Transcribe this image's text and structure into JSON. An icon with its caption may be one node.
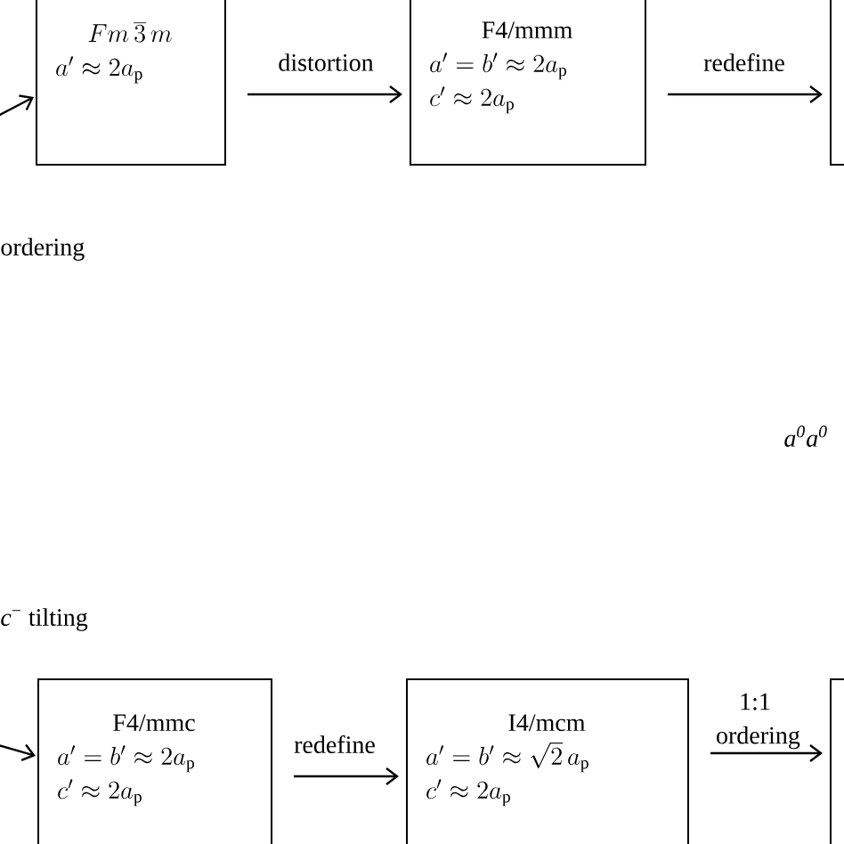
{
  "diagram": {
    "nodes": [
      {
        "text": [
          "Fm\\,\\overline{3}\\,m",
          "a' \\approx 2a_{\\mathrm{p}}"
        ]
      },
      {
        "text": [
          "F4/mmm",
          "a' = b' \\approx 2a_{\\mathrm{p}}",
          "c' \\approx 2a_{\\mathrm{p}}"
        ]
      },
      {
        "text": [],
        "shape": "box"
      },
      {
        "text": [
          "F4/mmc",
          "a' = b' \\approx 2a_{\\mathrm{p}}",
          "c' \\approx 2a_{\\mathrm{p}}"
        ]
      },
      {
        "text": [
          "I4/mcm",
          "a' = b' \\approx \\sqrt{2}\\,a_{\\mathrm{p}}",
          "c' \\approx 2a_{\\mathrm{p}}"
        ]
      },
      {
        "text": [],
        "shape": "box"
      }
    ],
    "edges": [
      {
        "from": null,
        "to": 0,
        "arrow": "to"
      },
      {
        "from": 0,
        "to": 1,
        "arrow": "to",
        "label": "distortion"
      },
      {
        "from": 1,
        "to": 2,
        "arrow": "to",
        "label": "redefine"
      },
      {
        "from": null,
        "to": 3,
        "arrow": "to"
      },
      {
        "from": 3,
        "to": 4,
        "arrow": "to",
        "label": "redefine"
      },
      {
        "from": 4,
        "to": 5,
        "arrow": "to",
        "label": "1:1 ordering"
      }
    ],
    "labels": [
      "ordering",
      "a$^{0}$a$^{0}$",
      "*c*$^{−}$ tilting"
    ]
  }
}
